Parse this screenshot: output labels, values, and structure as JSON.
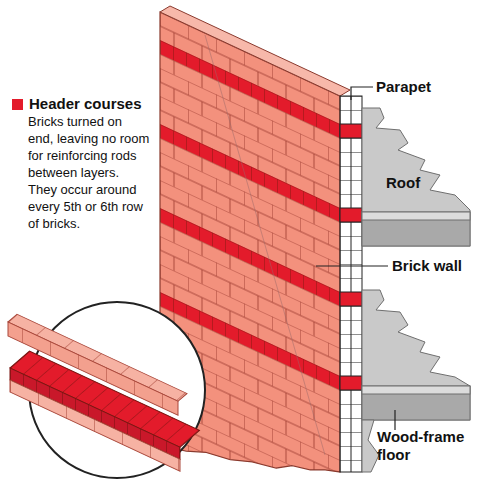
{
  "diagram": {
    "nodes": [
      {
        "text": [
          "Roof"
        ]
      }
    ],
    "labels": [
      "Bricks turned on end, leaving no room for reinforcing rods between layers. They occur around every 5th or 6th row of bricks.",
      "Parapet",
      "Brick wall",
      "Wood-frame floor"
    ],
    "legend": [
      {
        "text": "Header courses",
        "color": "#e31b2b"
      }
    ]
  }
}
